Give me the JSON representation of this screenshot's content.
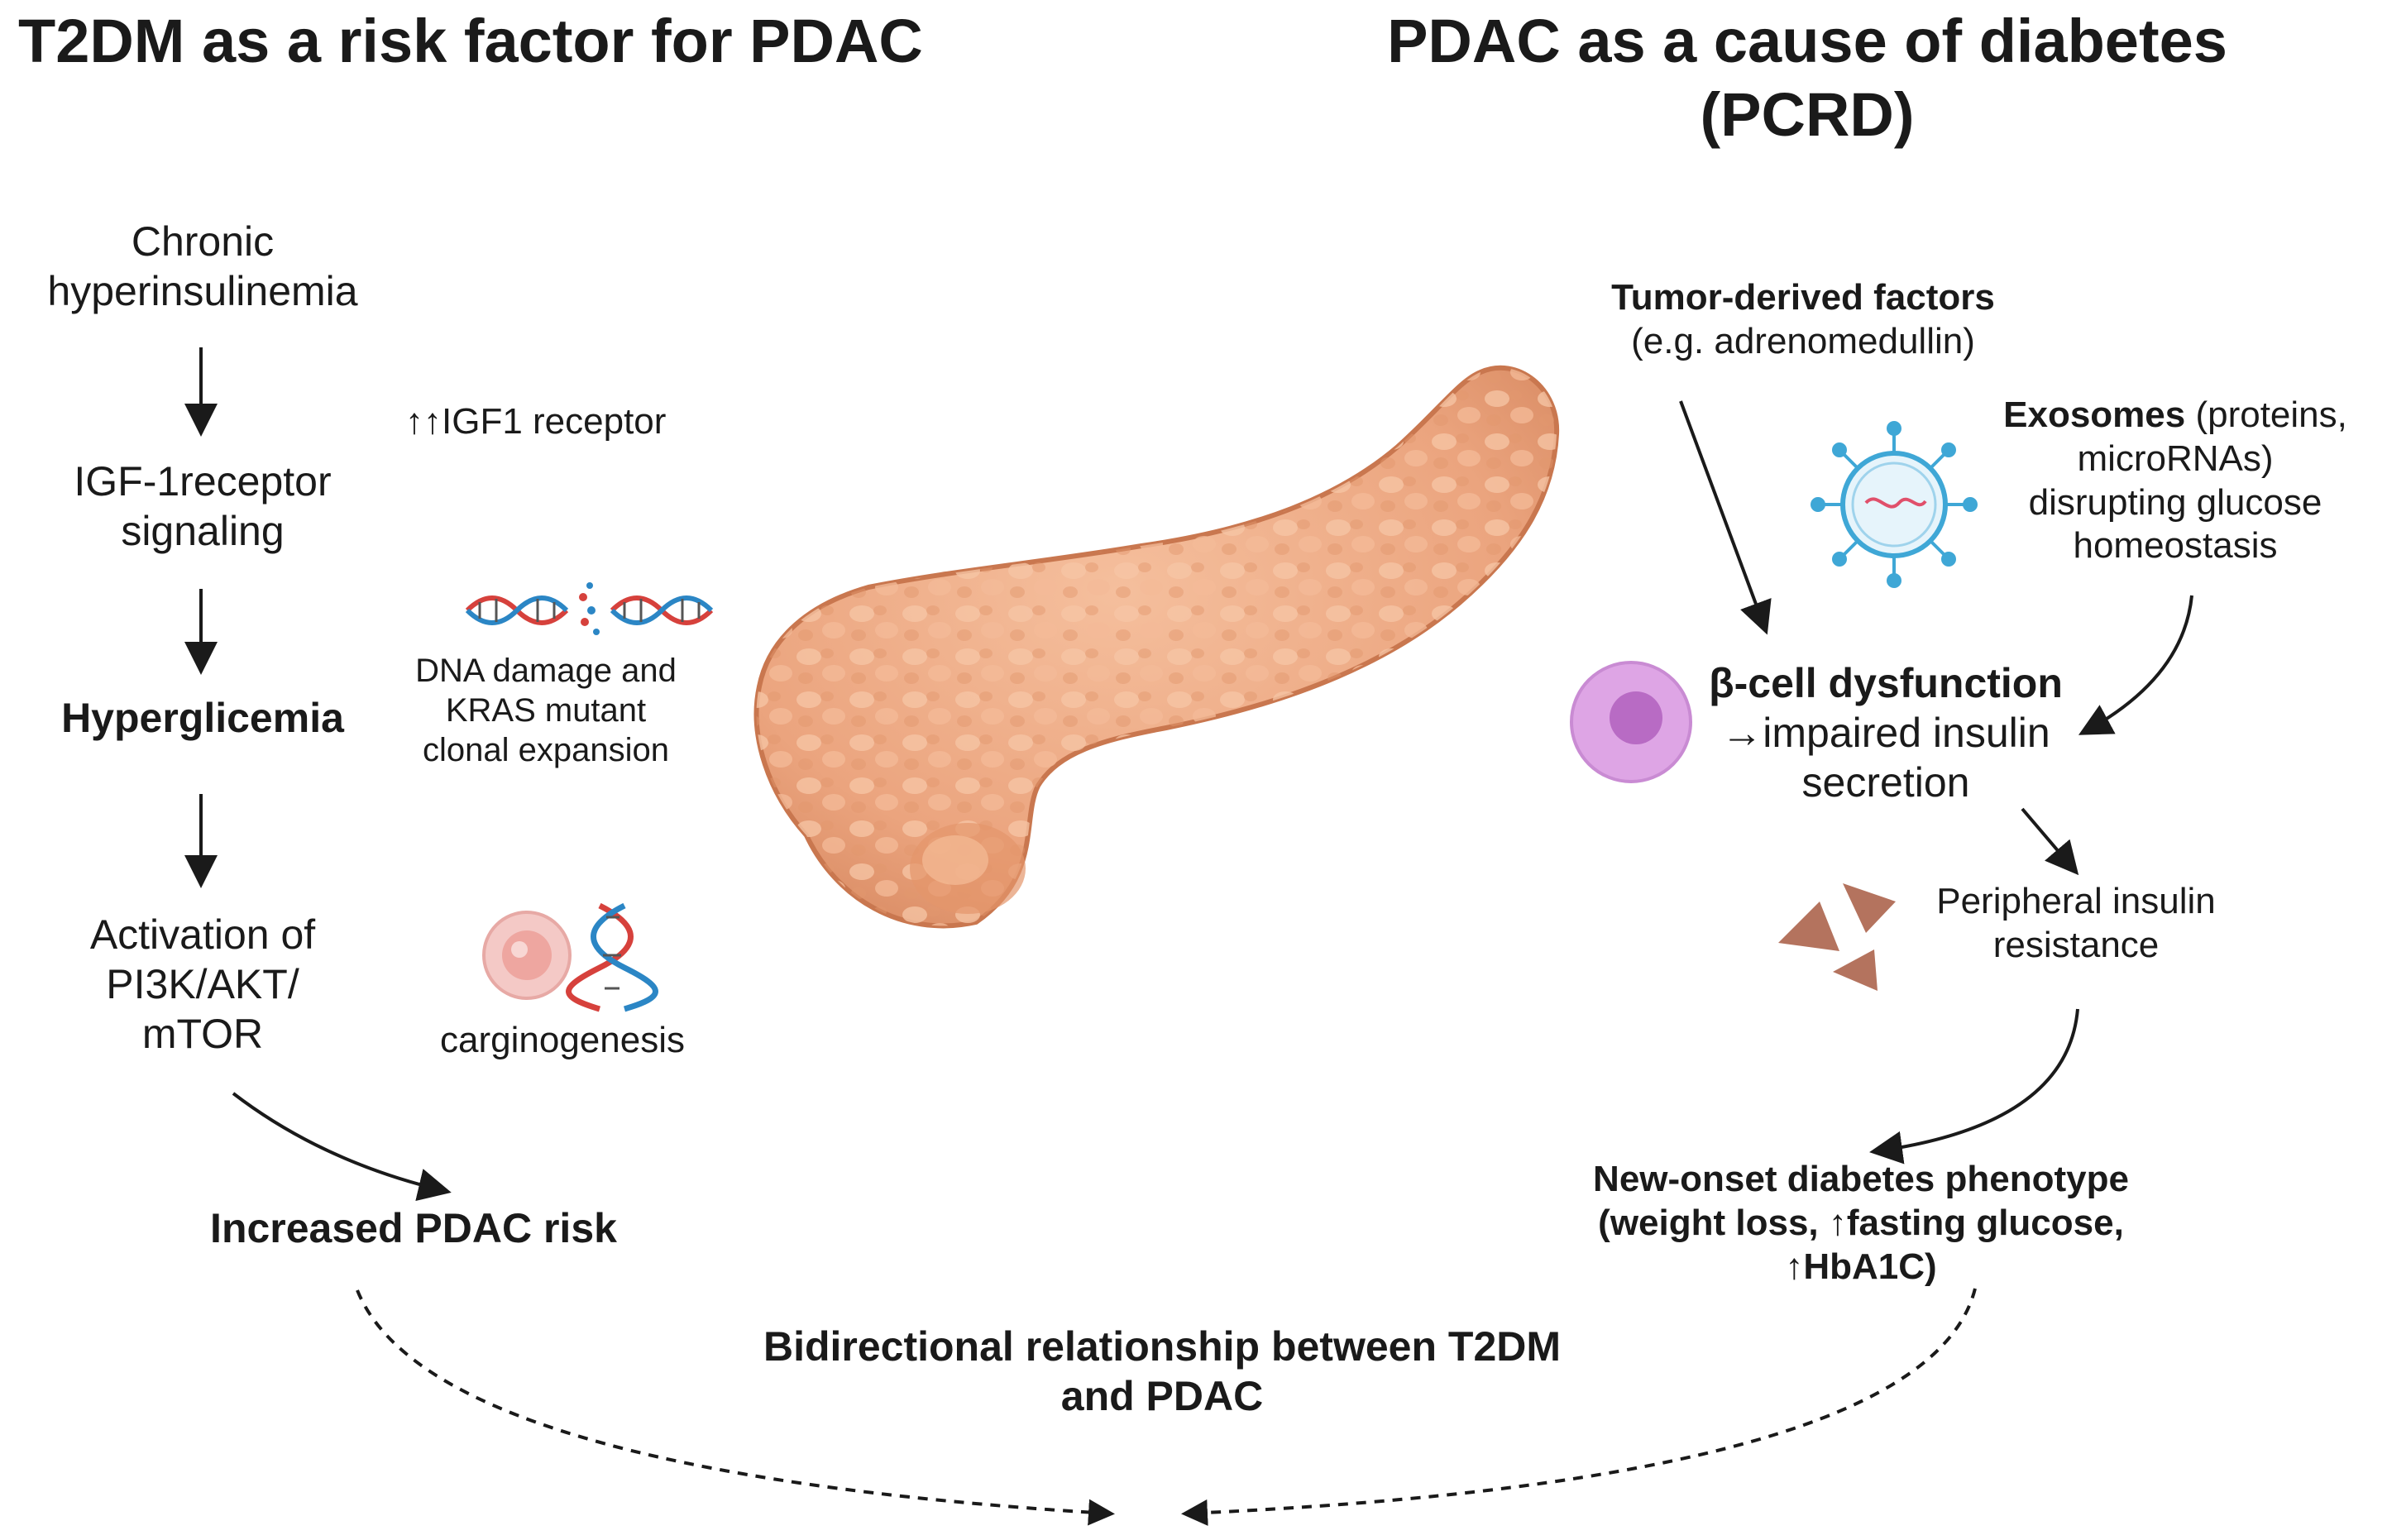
{
  "left": {
    "title": "T2DM as a risk factor for PDAC",
    "step1": [
      "Chronic",
      "hyperinsulinemia"
    ],
    "step2": [
      "IGF-1receptor",
      "signaling"
    ],
    "step3": "Hyperglicemia",
    "step4": [
      "Activation of",
      "PI3K/AKT/",
      "mTOR"
    ],
    "result": "Increased PDAC risk",
    "note1": "↑↑IGF1 receptor",
    "note2": [
      "DNA damage and",
      "KRAS mutant",
      "clonal expansion"
    ],
    "note3": "carginogenesis"
  },
  "right": {
    "title": [
      "PDAC as a cause of diabetes",
      "(PCRD)"
    ],
    "tumor_title": "Tumor-derived factors",
    "tumor_sub": "(e.g. adrenomedullin)",
    "exo_bold": "Exosomes",
    "exo_rest": " (proteins,",
    "exo_lines": [
      "microRNAs)",
      "disrupting glucose",
      "homeostasis"
    ],
    "beta_title": "β-cell dysfunction",
    "beta_lines": [
      "→impaired insulin",
      "secretion"
    ],
    "peripheral": [
      "Peripheral insulin",
      "resistance"
    ],
    "onset": [
      "New-onset diabetes phenotype",
      "(weight loss, ↑fasting glucose,",
      "↑HbA1C)"
    ]
  },
  "bottom": {
    "title": [
      "Bidirectional relationship between T2DM",
      "and PDAC"
    ]
  },
  "colors": {
    "pancreas": "#eba47e",
    "pancreas_dark": "#c9774f",
    "cell": "#d99ae0",
    "triangle": "#b4735e",
    "dna_red": "#d6413c",
    "dna_blue": "#2b86c5",
    "exosome": "#3fa7d6"
  }
}
